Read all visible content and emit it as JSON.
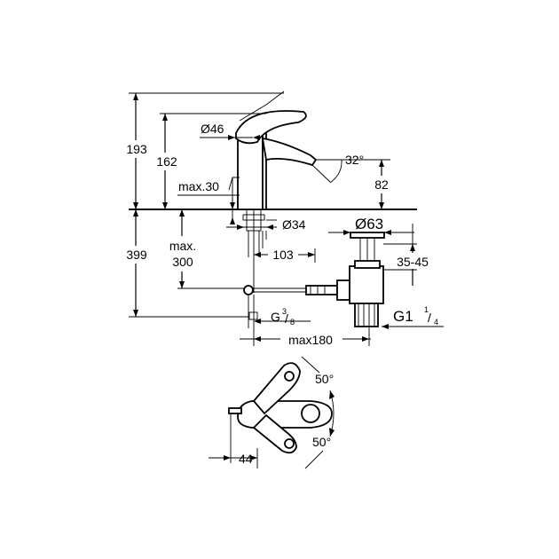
{
  "dimensions": {
    "total_height": "193",
    "spout_height": "162",
    "handle_diameter": "Ø46",
    "spout_angle": "32°",
    "spout_clearance": "82",
    "max_deck": "max.30",
    "deck_hole": "Ø34",
    "below_deck": "399",
    "max_label": "max.",
    "max_value": "300",
    "waste_offset": "103",
    "waste_diameter": "Ø63",
    "waste_range": "35-45",
    "waste_thread": "G1",
    "waste_thread_frac_num": "1",
    "waste_thread_frac_den": "4",
    "supply_thread": "G",
    "supply_thread_frac_num": "3",
    "supply_thread_frac_den": "8",
    "waste_distance": "max180",
    "lever_angle_top": "50°",
    "lever_angle_bottom": "50°",
    "lever_offset": "44"
  }
}
